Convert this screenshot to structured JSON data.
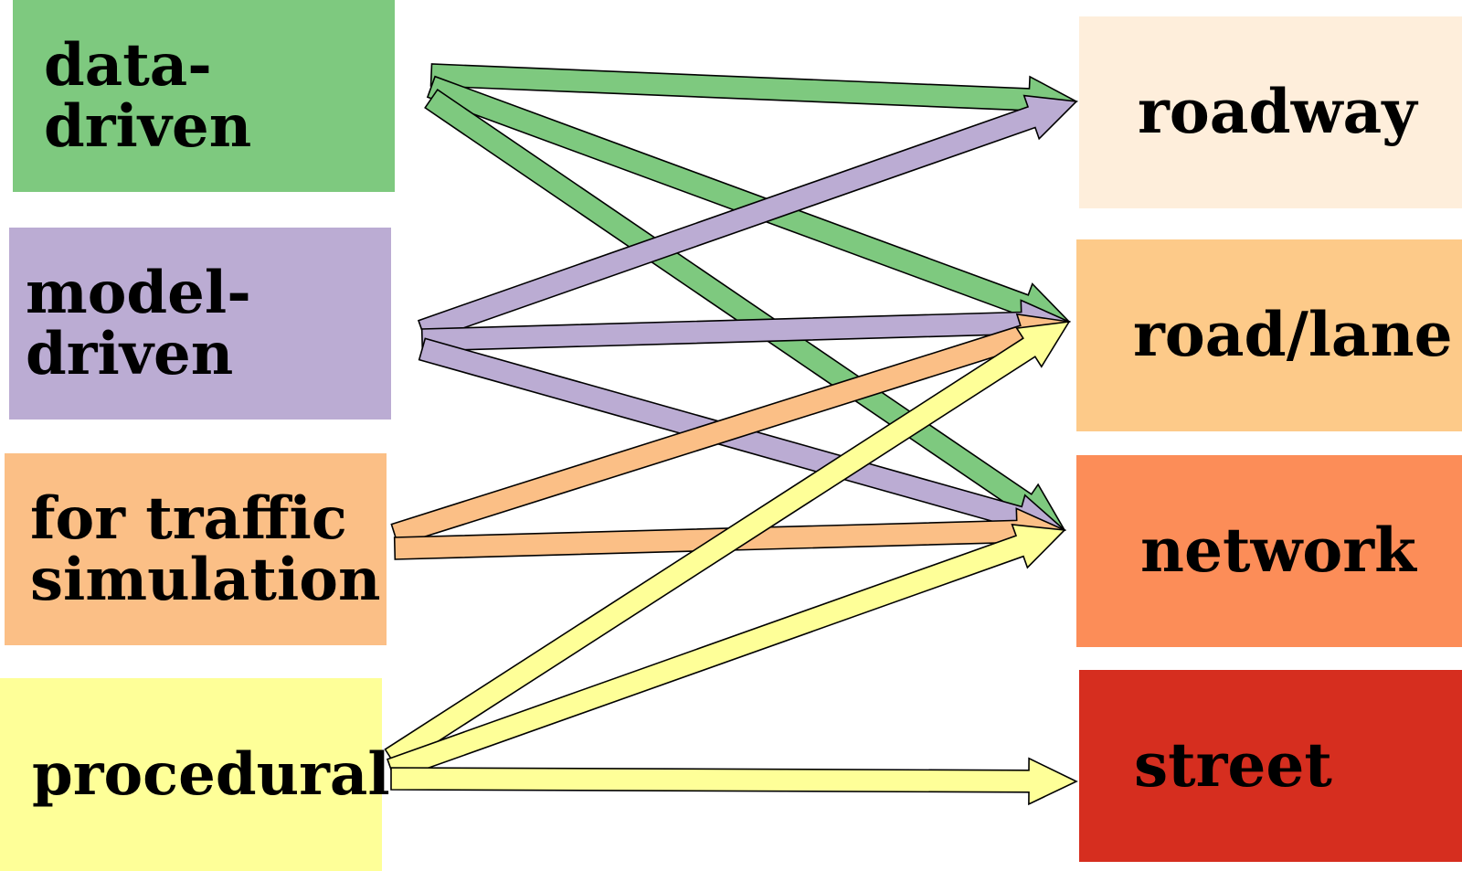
{
  "colors": {
    "data_driven": "#7ec97f",
    "model_driven": "#bbacd3",
    "traffic_sim": "#fbbf86",
    "procedural": "#feff98",
    "roadway": "#feeedb",
    "road_lane": "#fdca89",
    "network": "#fc8d58",
    "street": "#d62e1f",
    "outline": "#000000"
  },
  "sources": [
    {
      "id": "data_driven",
      "label": "data-\ndriven"
    },
    {
      "id": "model_driven",
      "label": "model-\ndriven"
    },
    {
      "id": "traffic_sim",
      "label": "for traffic\nsimulation"
    },
    {
      "id": "procedural",
      "label": "procedural"
    }
  ],
  "targets": [
    {
      "id": "roadway",
      "label": "roadway"
    },
    {
      "id": "road_lane",
      "label": "road/lane"
    },
    {
      "id": "network",
      "label": "network"
    },
    {
      "id": "street",
      "label": "street"
    }
  ],
  "links": [
    {
      "from": "data_driven",
      "to": "roadway"
    },
    {
      "from": "data_driven",
      "to": "road_lane"
    },
    {
      "from": "data_driven",
      "to": "network"
    },
    {
      "from": "model_driven",
      "to": "roadway"
    },
    {
      "from": "model_driven",
      "to": "road_lane"
    },
    {
      "from": "model_driven",
      "to": "network"
    },
    {
      "from": "traffic_sim",
      "to": "road_lane"
    },
    {
      "from": "traffic_sim",
      "to": "network"
    },
    {
      "from": "procedural",
      "to": "road_lane"
    },
    {
      "from": "procedural",
      "to": "network"
    },
    {
      "from": "procedural",
      "to": "street"
    }
  ]
}
